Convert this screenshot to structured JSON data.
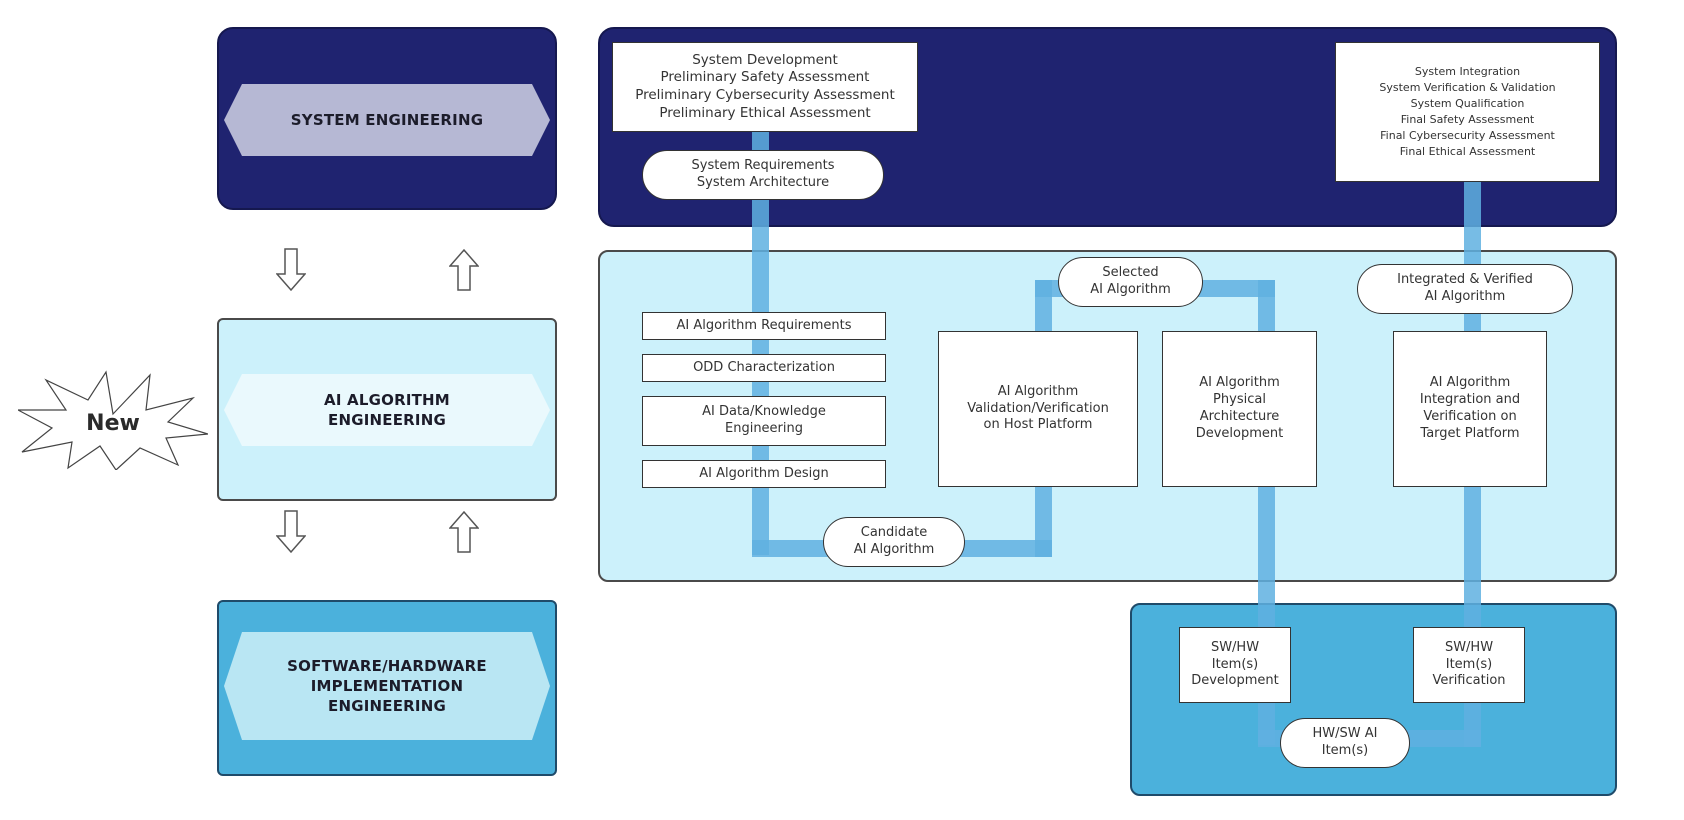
{
  "left_column": {
    "system_engineering": {
      "label": "SYSTEM ENGINEERING"
    },
    "ai_algorithm_engineering": {
      "label_lines": [
        "AI ALGORITHM",
        "ENGINEERING"
      ]
    },
    "sw_hw_engineering": {
      "label_lines": [
        "SOFTWARE/HARDWARE",
        "IMPLEMENTATION",
        "ENGINEERING"
      ]
    },
    "new_badge": {
      "label": "New"
    },
    "arrows": [
      {
        "icon": "arrow-down-icon"
      },
      {
        "icon": "arrow-up-icon"
      },
      {
        "icon": "arrow-down-icon"
      },
      {
        "icon": "arrow-up-icon"
      }
    ]
  },
  "system_panel": {
    "dev_box_lines": [
      "System Development",
      "Preliminary Safety Assessment",
      "Preliminary Cybersecurity Assessment",
      "Preliminary Ethical Assessment"
    ],
    "requirements_pill_lines": [
      "System Requirements",
      "System Architecture"
    ],
    "integration_box_lines": [
      "System Integration",
      "System Verification & Validation",
      "System Qualification",
      "Final Safety Assessment",
      "Final Cybersecurity Assessment",
      "Final Ethical Assessment"
    ]
  },
  "ai_panel": {
    "steps": [
      {
        "lines": [
          "AI Algorithm Requirements"
        ]
      },
      {
        "lines": [
          "ODD Characterization"
        ]
      },
      {
        "lines": [
          "AI Data/Knowledge",
          "Engineering"
        ]
      },
      {
        "lines": [
          "AI Algorithm Design"
        ]
      }
    ],
    "validation_box_lines": [
      "AI Algorithm",
      "Validation/Verification",
      "on Host Platform"
    ],
    "physical_box_lines": [
      "AI Algorithm",
      "Physical",
      "Architecture",
      "Development"
    ],
    "integration_box_lines": [
      "AI Algorithm",
      "Integration and",
      "Verification on",
      "Target Platform"
    ],
    "candidate_pill_lines": [
      "Candidate",
      "AI Algorithm"
    ],
    "selected_pill_lines": [
      "Selected",
      "AI Algorithm"
    ],
    "integrated_pill_lines": [
      "Integrated & Verified",
      "AI Algorithm"
    ]
  },
  "hw_panel": {
    "development_box_lines": [
      "SW/HW",
      "Item(s)",
      "Development"
    ],
    "verification_box_lines": [
      "SW/HW",
      "Item(s)",
      "Verification"
    ],
    "items_pill_lines": [
      "HW/SW AI",
      "Item(s)"
    ]
  },
  "colors": {
    "system": "#1f2370",
    "ai": "#ccf1fb",
    "hw": "#4bb1dc",
    "flow": "#5fb0e0",
    "system_hex": "#b6b8d4",
    "ai_hex": "#eaf9fd",
    "hw_hex": "#b9e6f3"
  }
}
